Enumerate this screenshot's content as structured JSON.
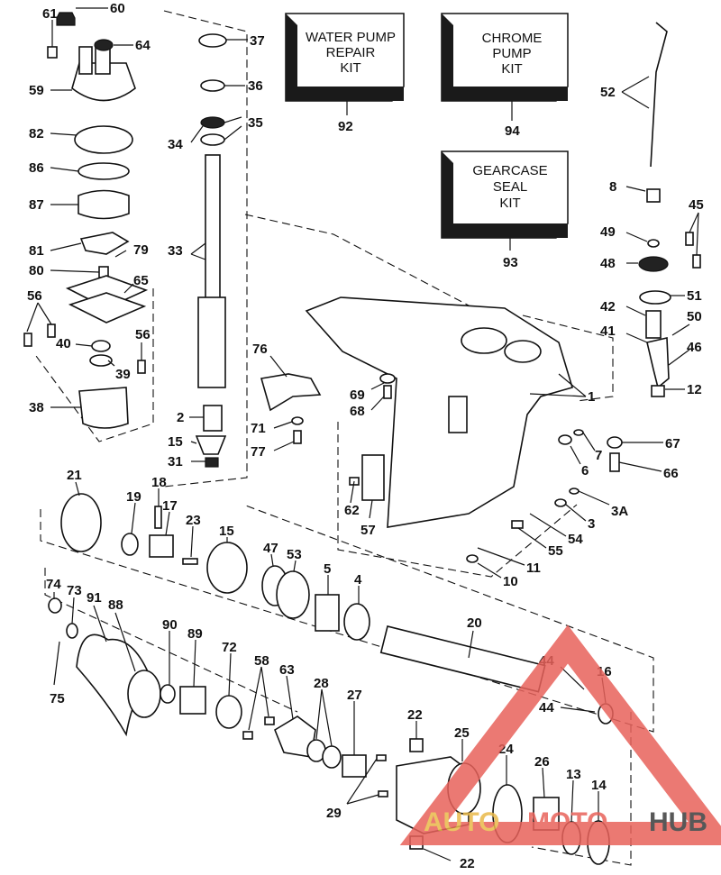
{
  "kits": [
    {
      "id": "water-pump",
      "lines": [
        "WATER PUMP",
        "REPAIR",
        "KIT"
      ],
      "number": "92"
    },
    {
      "id": "chrome-pump",
      "lines": [
        "CHROME",
        "PUMP",
        "KIT"
      ],
      "number": "94"
    },
    {
      "id": "gearcase-seal",
      "lines": [
        "GEARCASE",
        "SEAL",
        "KIT"
      ],
      "number": "93"
    }
  ],
  "labels": {
    "l60": "60",
    "l61": "61",
    "l64": "64",
    "l59": "59",
    "l82": "82",
    "l86": "86",
    "l87": "87",
    "l81": "81",
    "l79": "79",
    "l80": "80",
    "l65": "65",
    "l56a": "56",
    "l40": "40",
    "l56b": "56",
    "l39": "39",
    "l38": "38",
    "l37": "37",
    "l36": "36",
    "l35": "35",
    "l34": "34",
    "l33": "33",
    "l2": "2",
    "l15a": "15",
    "l31": "31",
    "l76": "76",
    "l69": "69",
    "l68": "68",
    "l71": "71",
    "l77": "77",
    "l52": "52",
    "l8": "8",
    "l45": "45",
    "l49": "49",
    "l48": "48",
    "l51": "51",
    "l42": "42",
    "l50": "50",
    "l41": "41",
    "l46": "46",
    "l12": "12",
    "l1": "1",
    "l67": "67",
    "l7": "7",
    "l6": "6",
    "l66": "66",
    "l62": "62",
    "l57": "57",
    "l3A": "3A",
    "l3": "3",
    "l54": "54",
    "l55": "55",
    "l11": "11",
    "l10": "10",
    "l21": "21",
    "l19": "19",
    "l18": "18",
    "l17": "17",
    "l23": "23",
    "l15b": "15",
    "l47": "47",
    "l53": "53",
    "l5": "5",
    "l4": "4",
    "l20": "20",
    "l74": "74",
    "l73": "73",
    "l91": "91",
    "l88": "88",
    "l75": "75",
    "l90": "90",
    "l89": "89",
    "l72": "72",
    "l58": "58",
    "l63": "63",
    "l28": "28",
    "l27": "27",
    "l44a": "44",
    "l16": "16",
    "l44b": "44",
    "l22a": "22",
    "l25": "25",
    "l24": "24",
    "l26": "26",
    "l13": "13",
    "l14": "14",
    "l29": "29",
    "l22b": "22"
  },
  "watermark": {
    "part1": "AUTO",
    "part2": "MOTO",
    "part3": "HUB",
    "color_red": "#e8625a",
    "color_gold": "#e9b949",
    "color_gray": "#3c3c3c"
  }
}
